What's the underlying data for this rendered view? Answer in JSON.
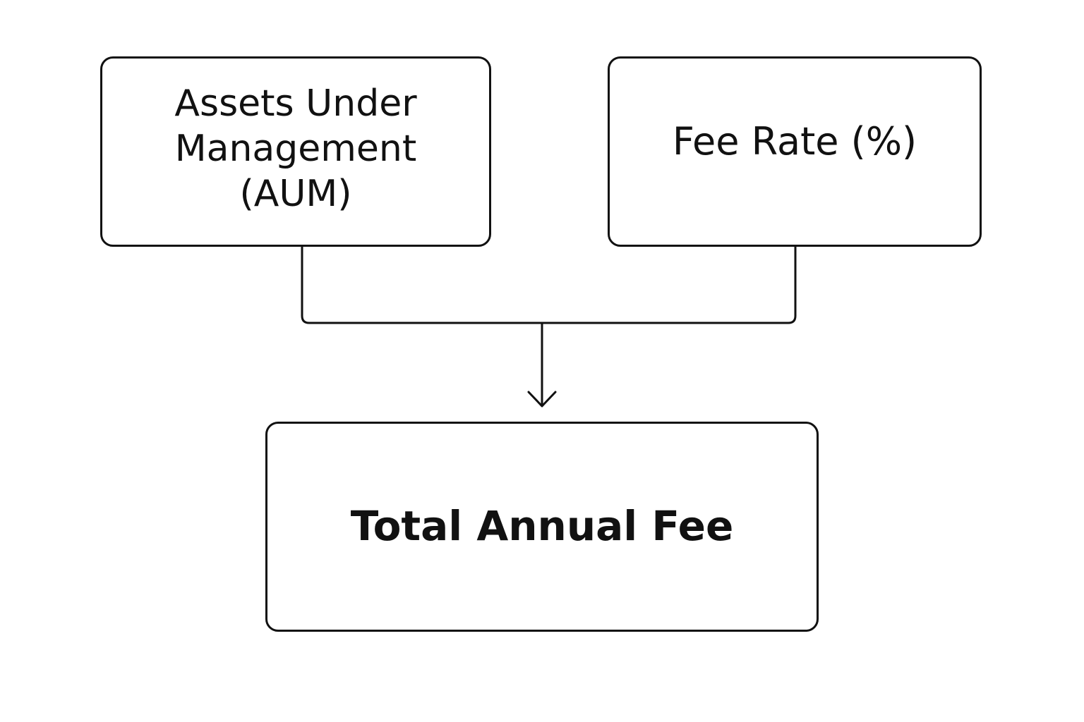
{
  "diagram": {
    "nodes": {
      "aum": {
        "label": "Assets Under Management (AUM)"
      },
      "fee_rate": {
        "label": "Fee Rate (%)"
      },
      "total": {
        "label": "Total Annual Fee"
      }
    },
    "edges": [
      {
        "from": "aum",
        "to": "total"
      },
      {
        "from": "fee_rate",
        "to": "total"
      }
    ],
    "colors": {
      "stroke": "#111111",
      "background": "#ffffff"
    }
  }
}
